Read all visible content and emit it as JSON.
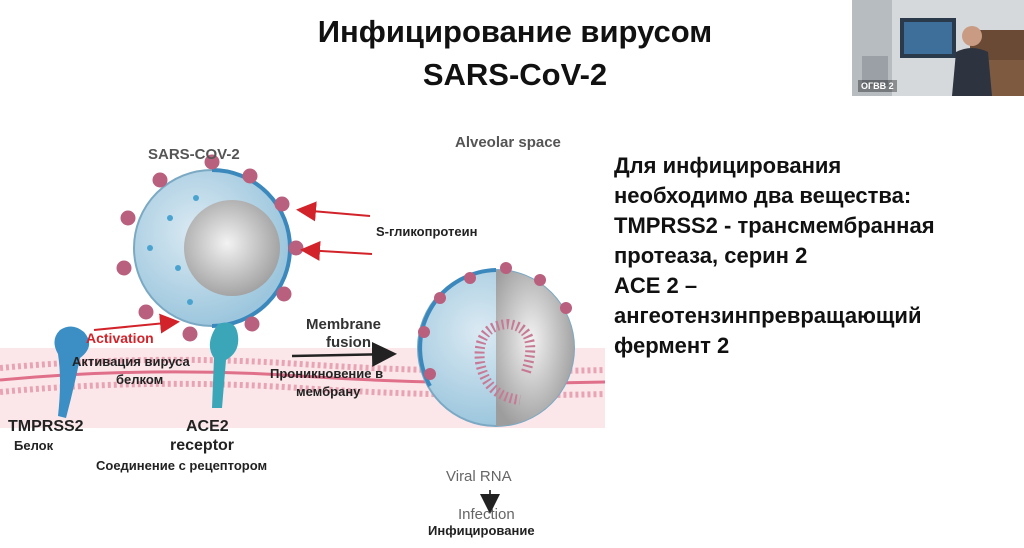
{
  "slide": {
    "title_line1": "Инфицирование вирусом",
    "title_line2": "SARS-CoV-2"
  },
  "webcam": {
    "label": "ОГВВ 2"
  },
  "figure": {
    "virus_label": "SARS-COV-2",
    "alveolar_label": "Alveolar space",
    "s_glycoprotein_label": "S-гликопротеин",
    "activation_label": "Activation",
    "activation_ru_line1": "Активация вируса",
    "activation_ru_line2": "белком",
    "tmprss2_label": "TMPRSS2",
    "protein_label": "Белок",
    "ace2_line1": "ACE2",
    "ace2_line2": "receptor",
    "receptor_ru": "Соединение с рецептором",
    "fusion_line1": "Membrane",
    "fusion_line2": "fusion",
    "penetration_line1": "Проникновение в",
    "penetration_line2": "мембрану",
    "viral_rna_label": "Viral RNA",
    "infection_label": "Infection",
    "infection_ru": "Инфицирование"
  },
  "right_text": {
    "line1": "Для инфицирования",
    "line2": "необходимо два вещества:",
    "line3": "TMPRSS2 - трансмембранная",
    "line4": "протеаза, серин 2",
    "line5": "ACE 2 –",
    "line6": "ангеотензинпревращающий",
    "line7": "фермент 2"
  }
}
